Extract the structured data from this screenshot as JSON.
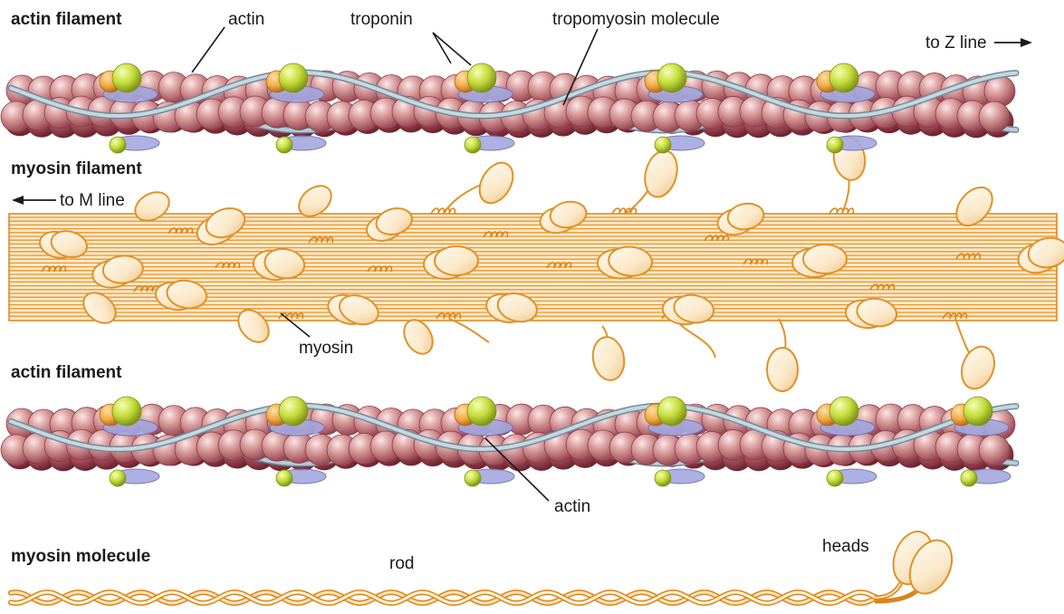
{
  "labels": {
    "actin_filament_top": "actin filament",
    "actin_top": "actin",
    "troponin": "troponin",
    "tropomyosin": "tropomyosin molecule",
    "to_z_line": "to Z line",
    "myosin_filament": "myosin filament",
    "to_m_line": "to M line",
    "myosin": "myosin",
    "actin_filament_bottom": "actin filament",
    "actin_bottom": "actin",
    "myosin_molecule": "myosin molecule",
    "rod": "rod",
    "heads": "heads"
  },
  "colors": {
    "actin_bead": "#c98787",
    "actin_bead_dark": "#8e3a46",
    "troponin_green": "#c8de3c",
    "troponin_orange": "#f2a844",
    "tropomyosin": "#9ab4c2",
    "troponin_disc": "#9b9fdb",
    "myosin_orange": "#e89a2e",
    "myosin_head": "#fbe8c7"
  }
}
